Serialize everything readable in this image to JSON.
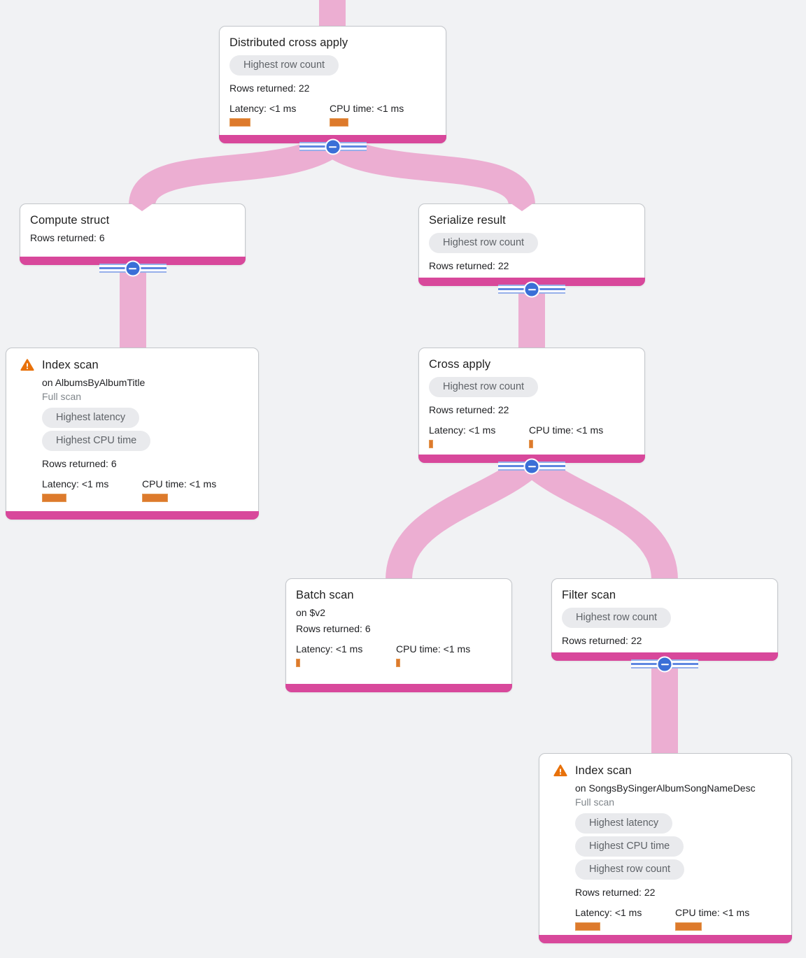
{
  "colors": {
    "background": "#F1F2F4",
    "edge_pink": "#ECAED2",
    "node_accent_pink": "#D8489B",
    "collapse_button_blue": "#3A6FD7",
    "metric_bar_orange": "#DD7A2C",
    "badge_gray_bg": "#E9EAED",
    "badge_gray_text": "#5F6368",
    "warning_orange": "#E8710A"
  },
  "nodes": [
    {
      "title": "Distributed cross apply",
      "badges": [
        "Highest row count"
      ],
      "rows": "Rows returned: 22",
      "latency": "Latency: <1 ms",
      "cpu": "CPU time: <1 ms"
    },
    {
      "title": "Compute struct",
      "rows": "Rows returned: 6"
    },
    {
      "title": "Serialize result",
      "badges": [
        "Highest row count"
      ],
      "rows": "Rows returned: 22"
    },
    {
      "title": "Index scan",
      "on": "on AlbumsByAlbumTitle",
      "scan_type": "Full scan",
      "badges": [
        "Highest latency",
        "Highest CPU time"
      ],
      "rows": "Rows returned: 6",
      "latency": "Latency: <1 ms",
      "cpu": "CPU time: <1 ms"
    },
    {
      "title": "Cross apply",
      "badges": [
        "Highest row count"
      ],
      "rows": "Rows returned: 22",
      "latency": "Latency: <1 ms",
      "cpu": "CPU time: <1 ms"
    },
    {
      "title": "Batch scan",
      "on": "on $v2",
      "rows": "Rows returned: 6",
      "latency": "Latency: <1 ms",
      "cpu": "CPU time: <1 ms"
    },
    {
      "title": "Filter scan",
      "badges": [
        "Highest row count"
      ],
      "rows": "Rows returned: 22"
    },
    {
      "title": "Index scan",
      "on": "on SongsBySingerAlbumSongNameDesc",
      "scan_type": "Full scan",
      "badges": [
        "Highest latency",
        "Highest CPU time",
        "Highest row count"
      ],
      "rows": "Rows returned: 22",
      "latency": "Latency: <1 ms",
      "cpu": "CPU time: <1 ms"
    }
  ]
}
